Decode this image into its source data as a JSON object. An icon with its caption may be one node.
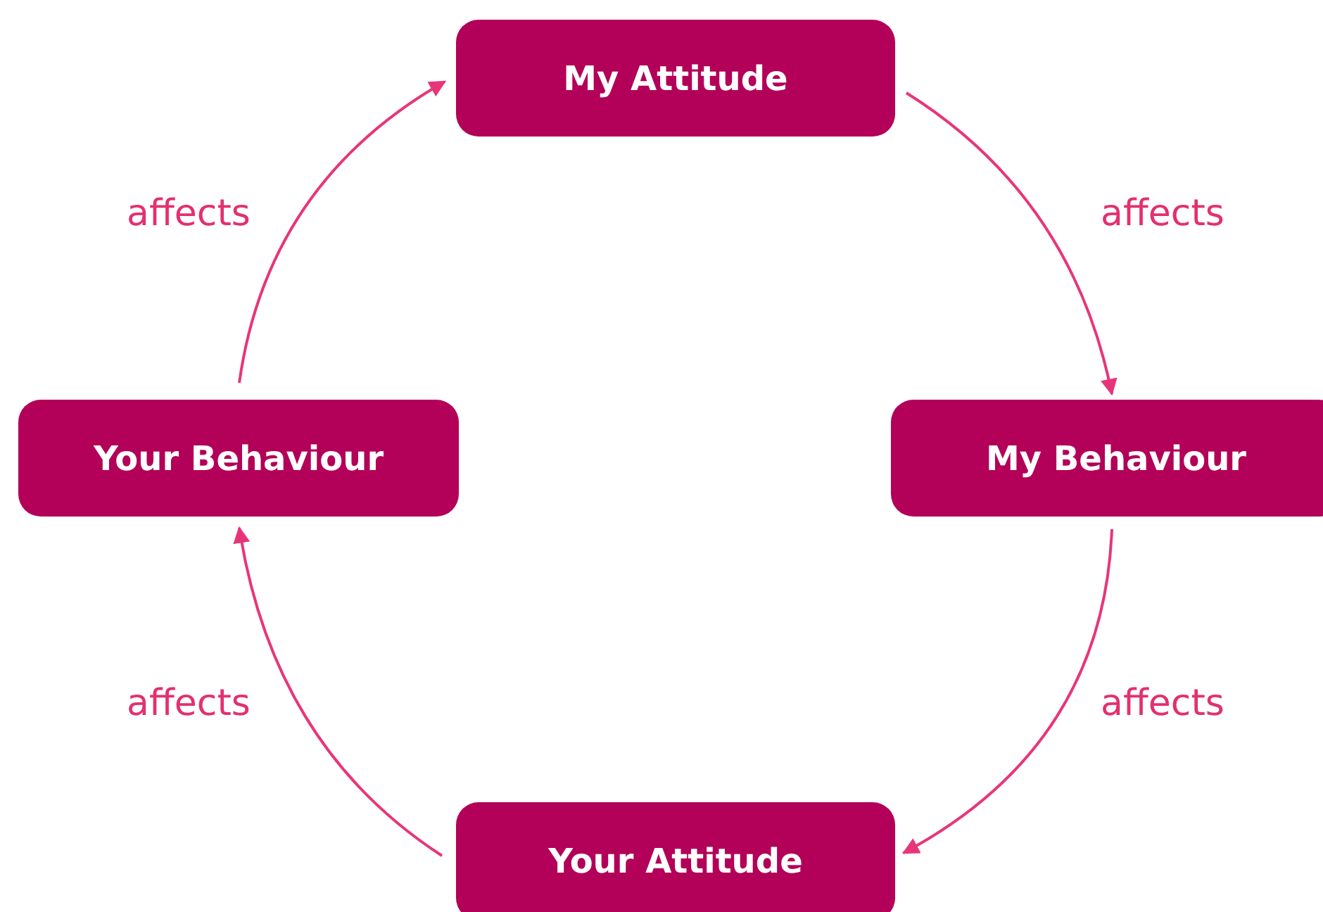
{
  "diagram": {
    "nodes": [
      {
        "text": [
          "My Attitude"
        ]
      },
      {
        "text": [
          "My Behaviour"
        ]
      },
      {
        "text": [
          "Your Attitude"
        ]
      },
      {
        "text": [
          "Your Behaviour"
        ]
      }
    ],
    "edges": [
      {
        "from": 0,
        "to": 1,
        "arrow": "to",
        "label": "affects"
      },
      {
        "from": 1,
        "to": 2,
        "arrow": "to",
        "label": "affects"
      },
      {
        "from": 2,
        "to": 3,
        "arrow": "to",
        "label": "affects"
      },
      {
        "from": 3,
        "to": 0,
        "arrow": "to",
        "label": "affects"
      }
    ]
  }
}
